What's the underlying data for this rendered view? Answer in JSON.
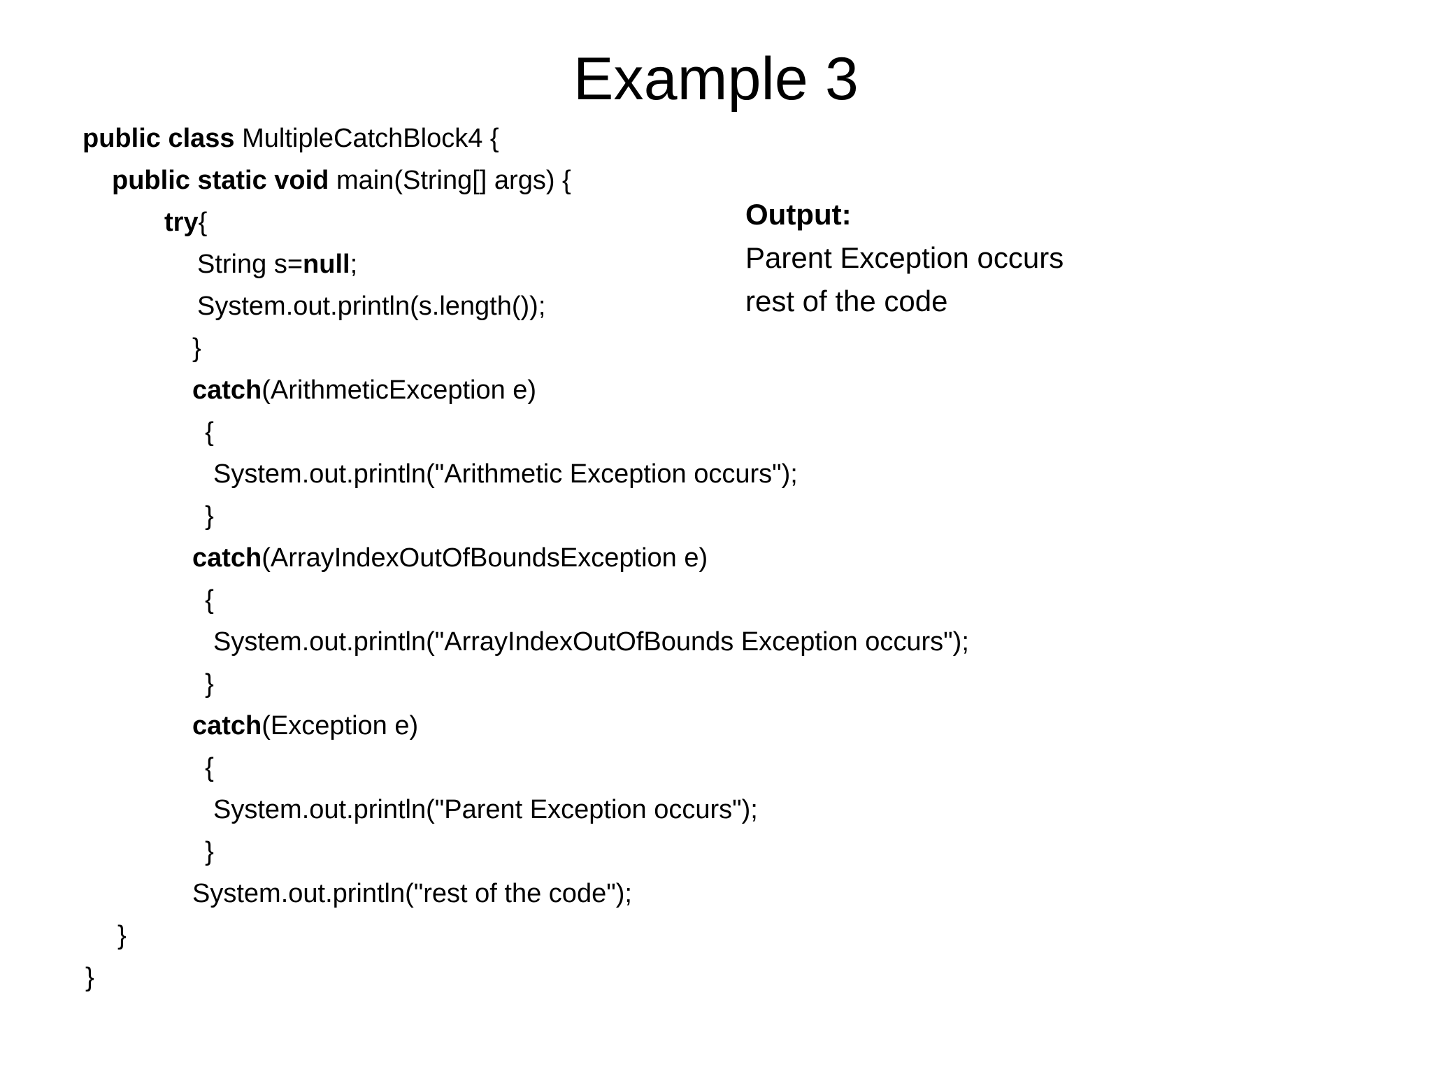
{
  "slide": {
    "title": "Example 3",
    "background_color": "#ffffff",
    "text_color": "#000000"
  },
  "code": {
    "lines": [
      {
        "indent": "i0",
        "parts": [
          {
            "text": "public class ",
            "bold": true
          },
          {
            "text": "MultipleCatchBlock4 {",
            "bold": false
          }
        ]
      },
      {
        "indent": "i1",
        "parts": [
          {
            "text": "public static void ",
            "bold": true
          },
          {
            "text": "main(String[] args) {",
            "bold": false
          }
        ]
      },
      {
        "indent": "i2",
        "parts": [
          {
            "text": "try",
            "bold": true
          },
          {
            "text": "{",
            "bold": false
          }
        ]
      },
      {
        "indent": "i3",
        "parts": [
          {
            "text": "String s=",
            "bold": false
          },
          {
            "text": "null",
            "bold": true
          },
          {
            "text": ";",
            "bold": false
          }
        ]
      },
      {
        "indent": "i3",
        "parts": [
          {
            "text": "System.out.println(s.length());",
            "bold": false
          }
        ]
      },
      {
        "indent": "i4",
        "parts": [
          {
            "text": "}",
            "bold": false
          }
        ]
      },
      {
        "indent": "i4",
        "parts": [
          {
            "text": "catch",
            "bold": true
          },
          {
            "text": "(ArithmeticException e)",
            "bold": false
          }
        ]
      },
      {
        "indent": "i5",
        "parts": [
          {
            "text": "  {",
            "bold": false
          }
        ]
      },
      {
        "indent": "i6",
        "parts": [
          {
            "text": "System.out.println(\"Arithmetic Exception occurs\");",
            "bold": false
          }
        ]
      },
      {
        "indent": "i5",
        "parts": [
          {
            "text": "  }",
            "bold": false
          }
        ]
      },
      {
        "indent": "i4",
        "parts": [
          {
            "text": "catch",
            "bold": true
          },
          {
            "text": "(ArrayIndexOutOfBoundsException e)",
            "bold": false
          }
        ]
      },
      {
        "indent": "i5",
        "parts": [
          {
            "text": "  {",
            "bold": false
          }
        ]
      },
      {
        "indent": "i6",
        "parts": [
          {
            "text": "System.out.println(\"ArrayIndexOutOfBounds Exception occurs\");",
            "bold": false
          }
        ]
      },
      {
        "indent": "i5",
        "parts": [
          {
            "text": "  }",
            "bold": false
          }
        ]
      },
      {
        "indent": "i4",
        "parts": [
          {
            "text": "catch",
            "bold": true
          },
          {
            "text": "(Exception e)",
            "bold": false
          }
        ]
      },
      {
        "indent": "i5",
        "parts": [
          {
            "text": "  {",
            "bold": false
          }
        ]
      },
      {
        "indent": "i6",
        "parts": [
          {
            "text": "System.out.println(\"Parent Exception occurs\");",
            "bold": false
          }
        ]
      },
      {
        "indent": "i5",
        "parts": [
          {
            "text": "  }",
            "bold": false
          }
        ]
      },
      {
        "indent": "i4",
        "parts": [
          {
            "text": "System.out.println(\"rest of the code\");",
            "bold": false
          }
        ]
      },
      {
        "indent": "i8",
        "parts": [
          {
            "text": "}",
            "bold": false
          }
        ]
      },
      {
        "indent": "i9",
        "parts": [
          {
            "text": "}",
            "bold": false
          }
        ]
      }
    ]
  },
  "output": {
    "title": "Output:",
    "lines": [
      "Parent Exception occurs",
      "rest of the code"
    ]
  }
}
